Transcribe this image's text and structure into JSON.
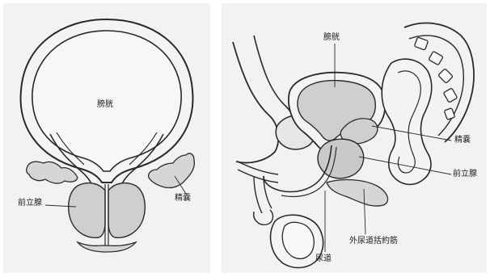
{
  "left_panel": {
    "labels": {
      "bladder": "膀胱",
      "prostate": "前立腺",
      "seminal_vesicle": "精嚢"
    }
  },
  "right_panel": {
    "labels": {
      "bladder": "膀胱",
      "seminal_vesicle": "精嚢",
      "prostate": "前立腺",
      "sphincter": "外尿道括約筋",
      "urethra": "尿道"
    }
  },
  "colors": {
    "background": "#f2f2f2",
    "line": "#2a2a2a",
    "tissue_fill": "#cfcfcf",
    "light_fill": "#e6e6e6"
  }
}
